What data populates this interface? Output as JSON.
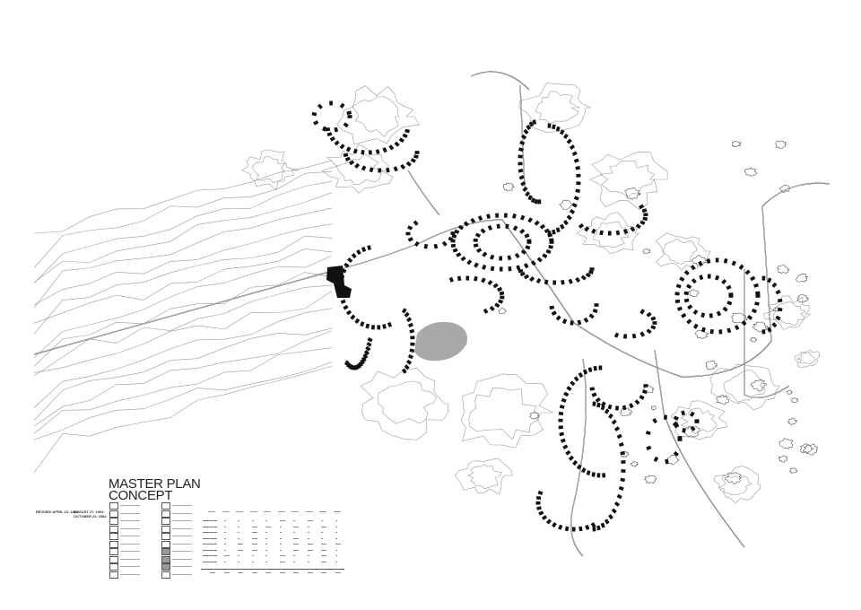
{
  "title": {
    "line1": "MASTER PLAN",
    "line2": "CONCEPT"
  },
  "revisions": {
    "label": "REVISED APRIL 13, 1984",
    "dates": [
      "AUGUST 27, 1984",
      "OCTOBER 23, 1984"
    ]
  },
  "colors": {
    "ink": "#111111",
    "contour": "#9a9a9a",
    "shaded_area": "#a9a9a9",
    "paper": "#ffffff"
  },
  "legend": {
    "left_column_count": 10,
    "right_column_count": 10,
    "shaded_entries": 3
  },
  "table": {
    "columns": 10,
    "rows": 8,
    "has_total_row": true
  }
}
